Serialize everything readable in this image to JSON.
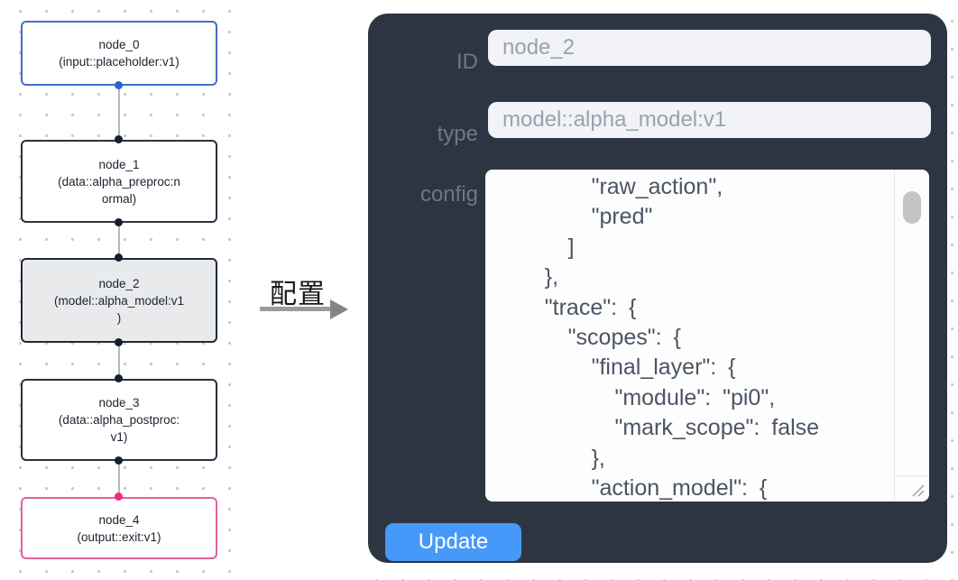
{
  "canvas": {
    "nodes": [
      {
        "id": "node_0",
        "type": "input::placeholder:v1",
        "lines": [
          "node_0",
          "(input::placeholder:v1)"
        ],
        "accent": "#4170c4",
        "selected": false
      },
      {
        "id": "node_1",
        "type": "data::alpha_preproc:normal",
        "lines": [
          "node_1",
          "(data::alpha_preproc:n",
          "ormal)"
        ],
        "accent": "#2a3240",
        "selected": false
      },
      {
        "id": "node_2",
        "type": "model::alpha_model:v1",
        "lines": [
          "node_2",
          "(model::alpha_model:v1",
          ")"
        ],
        "accent": "#1f2937",
        "selected": true
      },
      {
        "id": "node_3",
        "type": "data::alpha_postproc:v1",
        "lines": [
          "node_3",
          "(data::alpha_postproc:",
          "v1)"
        ],
        "accent": "#2a3240",
        "selected": false
      },
      {
        "id": "node_4",
        "type": "output::exit:v1",
        "lines": [
          "node_4",
          "(output::exit:v1)"
        ],
        "accent": "#e2619f",
        "selected": false
      }
    ],
    "port_colors": {
      "input": "#2b62cf",
      "default": "#161f2e",
      "output": "#ee2b80"
    }
  },
  "annotation": {
    "label": "配置",
    "arrow_color": "#9b9b9b"
  },
  "panel": {
    "background": "#2d3543",
    "fields": {
      "id": {
        "label": "ID",
        "value": "node_2"
      },
      "type": {
        "label": "type",
        "value": "model::alpha_model:v1"
      },
      "config": {
        "label": "config",
        "visible_lines": [
          "        \"raw_action\",",
          "        \"pred\"",
          "      ]",
          "    },",
          "    \"trace\": {",
          "      \"scopes\": {",
          "        \"final_layer\": {",
          "          \"module\": \"pi0\",",
          "          \"mark_scope\": false",
          "        },",
          "        \"action_model\": {"
        ]
      }
    },
    "update_button": "Update",
    "accent": "#4699f8"
  }
}
